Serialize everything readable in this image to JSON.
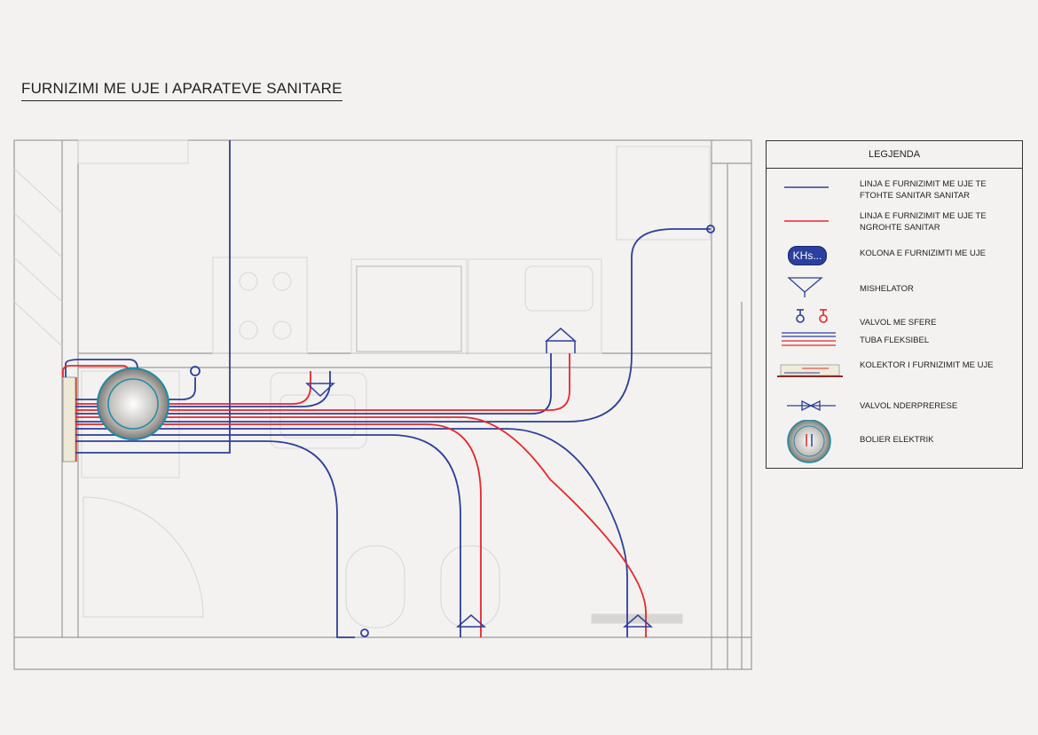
{
  "title": "FURNIZIMI ME UJE I APARATEVE SANITARE",
  "colors": {
    "cold": "#2b3f9e",
    "hot": "#e8262a",
    "wall": "#9a9a9a",
    "furniture": "#d8d5d2",
    "background": "#f4f2f0"
  },
  "legend": {
    "heading": "LEGJENDA",
    "items": [
      {
        "symbol": "cold-line",
        "label": "LINJA E FURNIZIMIT ME UJE TE FTOHTE SANITAR SANITAR"
      },
      {
        "symbol": "hot-line",
        "label": "LINJA E FURNIZIMIT ME UJE TE NGROHTE SANITAR"
      },
      {
        "symbol": "column-badge",
        "badge_text": "KHs...",
        "label": "KOLONA E FURNIZIMTI ME UJE"
      },
      {
        "symbol": "mixer-triangle",
        "label": "MISHELATOR"
      },
      {
        "symbol": "ball-valves",
        "label": "VALVOL ME SFERE"
      },
      {
        "symbol": "flexible-pipe",
        "label": "TUBA FLEKSIBEL"
      },
      {
        "symbol": "manifold",
        "label": "KOLEKTOR I FURNIZIMIT ME UJE"
      },
      {
        "symbol": "shutoff-valve",
        "label": "VALVOL NDERPRERESE"
      },
      {
        "symbol": "electric-boiler",
        "label": "BOLIER ELEKTRIK"
      }
    ]
  }
}
